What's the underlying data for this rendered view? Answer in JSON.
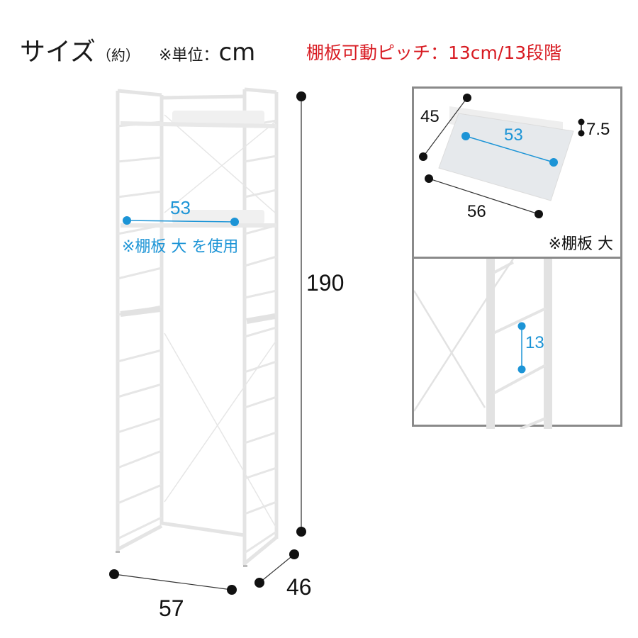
{
  "header": {
    "title": "サイズ",
    "approx": "（約）",
    "unit_label": "※単位：",
    "unit": "cm",
    "pitch_note": "棚板可動ピッチ：13cm/13段階"
  },
  "main_diagram": {
    "height_label": "190",
    "width_label": "57",
    "depth_label": "46",
    "shelf_width_label": "53",
    "shelf_note": "※棚板 大 を使用"
  },
  "shelf_panel": {
    "depth_label": "45",
    "inner_width_label": "53",
    "width_label": "56",
    "lip_height_label": "7.5",
    "caption": "※棚板 大"
  },
  "pitch_panel": {
    "pitch_label": "13"
  },
  "colors": {
    "accent_red": "#d81b22",
    "dimension_blue": "#1c94d6",
    "panel_border": "#8a8a8a",
    "frame_gray": "#e2e2e2"
  }
}
